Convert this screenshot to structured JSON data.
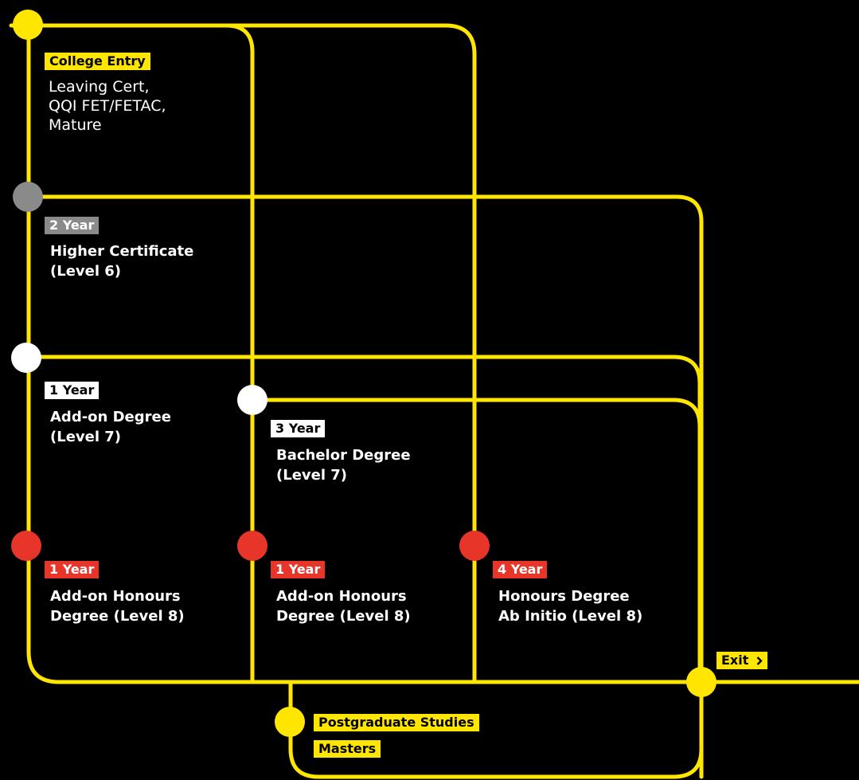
{
  "colors": {
    "background": "#000000",
    "track": "#ffe600",
    "entry": "#ffe600",
    "two_year": "#8a8a8a",
    "level7": "#ffffff",
    "level8": "#e8352a"
  },
  "entry": {
    "badge": "College Entry",
    "lines": [
      "Leaving Cert,",
      "QQI FET/FETAC,",
      "Mature"
    ]
  },
  "higher_cert": {
    "badge": "2 Year",
    "lines": [
      "Higher Certificate",
      "(Level 6)"
    ]
  },
  "addon_degree": {
    "badge": "1 Year",
    "lines": [
      "Add-on Degree",
      "(Level 7)"
    ]
  },
  "bachelor": {
    "badge": "3 Year",
    "lines": [
      "Bachelor Degree",
      "(Level 7)"
    ]
  },
  "addon_honours_a": {
    "badge": "1 Year",
    "lines": [
      "Add-on Honours",
      "Degree (Level 8)"
    ]
  },
  "addon_honours_b": {
    "badge": "1 Year",
    "lines": [
      "Add-on Honours",
      "Degree (Level 8)"
    ]
  },
  "honours_ab_initio": {
    "badge": "4 Year",
    "lines": [
      "Honours Degree",
      "Ab Initio (Level 8)"
    ]
  },
  "exit": {
    "label": "Exit",
    "icon": "chevron-right-icon"
  },
  "postgrad": {
    "badges": [
      "Postgraduate Studies",
      "Masters"
    ]
  }
}
